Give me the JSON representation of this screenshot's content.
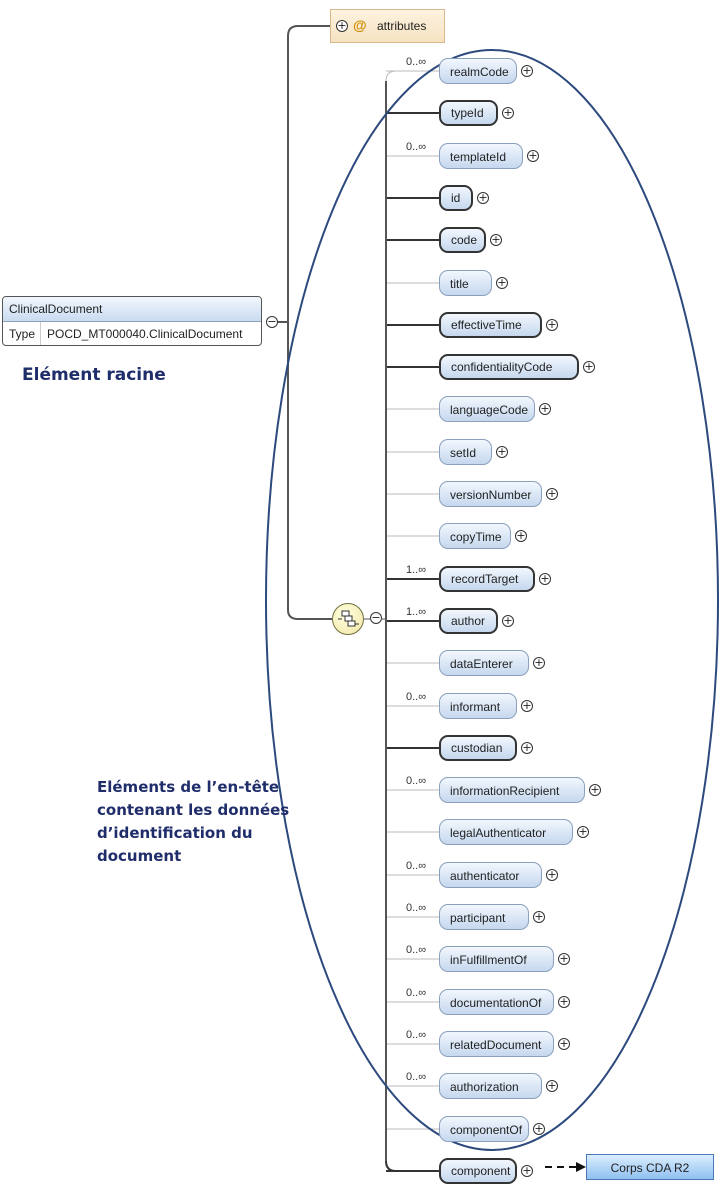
{
  "attributes_label": "attributes",
  "attributes_symbol": "@",
  "root": {
    "name": "ClinicalDocument",
    "type_key": "Type",
    "type_value": "POCD_MT000040.ClinicalDocument"
  },
  "captions": {
    "root": "Elément racine",
    "header": "Eléments de l’en-tête\ncontenant les données\nd’identification du\ndocument"
  },
  "children": [
    {
      "name": "realmCode",
      "mult": "0..∞",
      "required": false
    },
    {
      "name": "typeId",
      "mult": "",
      "required": true
    },
    {
      "name": "templateId",
      "mult": "0..∞",
      "required": false
    },
    {
      "name": "id",
      "mult": "",
      "required": true
    },
    {
      "name": "code",
      "mult": "",
      "required": true
    },
    {
      "name": "title",
      "mult": "",
      "required": false
    },
    {
      "name": "effectiveTime",
      "mult": "",
      "required": true
    },
    {
      "name": "confidentialityCode",
      "mult": "",
      "required": true
    },
    {
      "name": "languageCode",
      "mult": "",
      "required": false
    },
    {
      "name": "setId",
      "mult": "",
      "required": false
    },
    {
      "name": "versionNumber",
      "mult": "",
      "required": false
    },
    {
      "name": "copyTime",
      "mult": "",
      "required": false
    },
    {
      "name": "recordTarget",
      "mult": "1..∞",
      "required": true
    },
    {
      "name": "author",
      "mult": "1..∞",
      "required": true
    },
    {
      "name": "dataEnterer",
      "mult": "",
      "required": false
    },
    {
      "name": "informant",
      "mult": "0..∞",
      "required": false
    },
    {
      "name": "custodian",
      "mult": "",
      "required": true
    },
    {
      "name": "informationRecipient",
      "mult": "0..∞",
      "required": false
    },
    {
      "name": "legalAuthenticator",
      "mult": "",
      "required": false
    },
    {
      "name": "authenticator",
      "mult": "0..∞",
      "required": false
    },
    {
      "name": "participant",
      "mult": "0..∞",
      "required": false
    },
    {
      "name": "inFulfillmentOf",
      "mult": "0..∞",
      "required": false
    },
    {
      "name": "documentationOf",
      "mult": "0..∞",
      "required": false
    },
    {
      "name": "relatedDocument",
      "mult": "0..∞",
      "required": false
    },
    {
      "name": "authorization",
      "mult": "0..∞",
      "required": false
    },
    {
      "name": "componentOf",
      "mult": "",
      "required": false
    },
    {
      "name": "component",
      "mult": "",
      "required": true
    }
  ],
  "cda_body_label": "Corps CDA R2",
  "colors": {
    "ellipse": "#2c4a7d",
    "caption": "#1f2d6b",
    "node_border": "#8aa0bc"
  }
}
